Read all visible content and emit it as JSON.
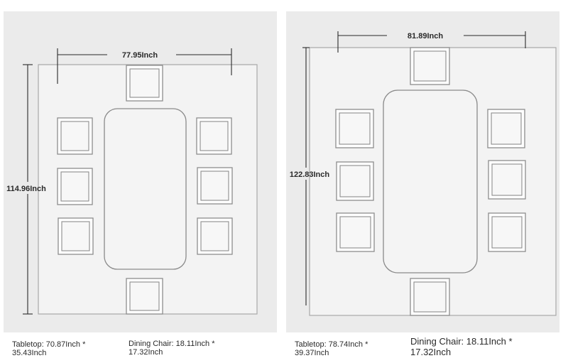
{
  "left_panel": {
    "width_label": "77.95Inch",
    "length_label": "114.96Inch",
    "tabletop_line1": "Tabletop: 70.87Inch *",
    "tabletop_line2": "35.43Inch",
    "chair_line1": "Dining Chair: 18.11Inch *",
    "chair_line2": "17.32Inch"
  },
  "right_panel": {
    "width_label": "81.89Inch",
    "length_label": "122.83Inch",
    "tabletop_line1": "Tabletop: 78.74Inch *",
    "tabletop_line2": "39.37Inch",
    "chair_line1": "Dining Chair: 18.11Inch *",
    "chair_line2": "17.32Inch"
  }
}
